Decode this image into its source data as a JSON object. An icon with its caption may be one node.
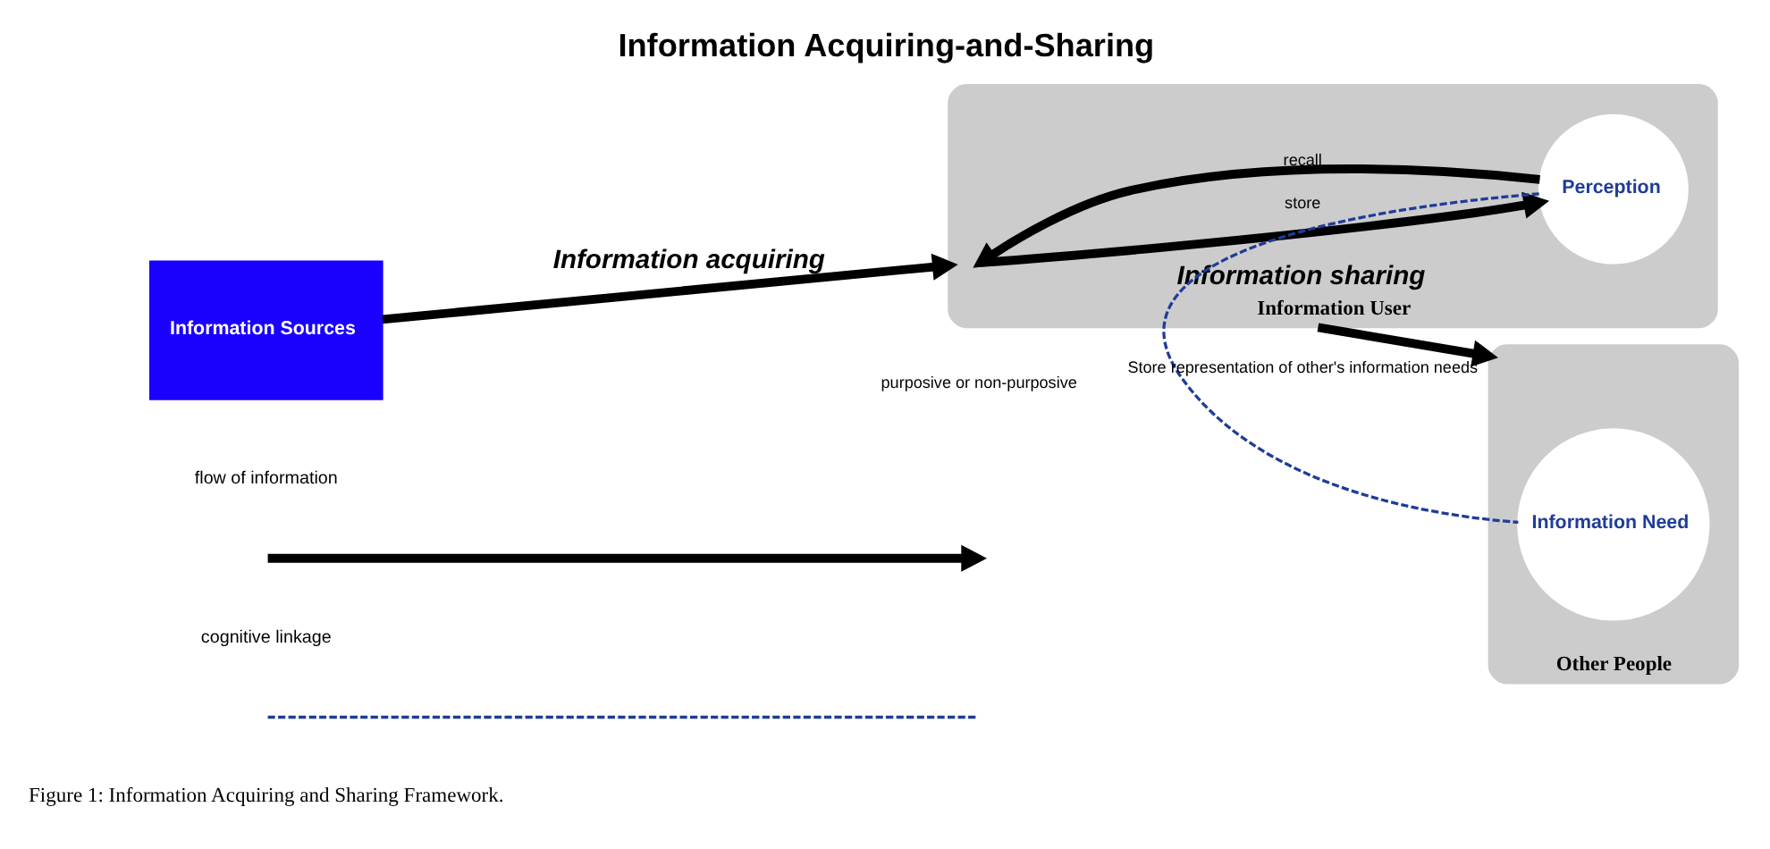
{
  "diagram": {
    "title": "Information Acquiring-and-Sharing",
    "caption": "Figure 1: Information Acquiring and Sharing Framework.",
    "nodes": [
      {
        "text": [
          "Information Sources"
        ]
      },
      {
        "text": [
          "Information User"
        ]
      },
      {
        "text": [
          "Perception"
        ],
        "in": 1
      },
      {
        "text": [
          "Other People"
        ]
      },
      {
        "text": [
          "Information Need"
        ],
        "in": 3
      }
    ],
    "edges": [
      {
        "from": 0,
        "to": 1,
        "arrow": "to",
        "label": "Information acquiring"
      },
      {
        "from": 1,
        "to": 2,
        "arrow": "to",
        "label": "store"
      },
      {
        "from": 2,
        "to": 1,
        "arrow": "to",
        "label": "recall"
      },
      {
        "from": 1,
        "to": 3,
        "arrow": "to",
        "label": "Information sharing"
      },
      {
        "from": 2,
        "to": 4,
        "arrow": "none",
        "label": "Store representation of other's information needs",
        "style": "dashed",
        "color": "#1f3c99"
      }
    ],
    "labels": [
      "purposive or non-purposive"
    ],
    "legend": [
      {
        "text": "flow of information"
      },
      {
        "text": "cognitive linkage"
      }
    ]
  }
}
